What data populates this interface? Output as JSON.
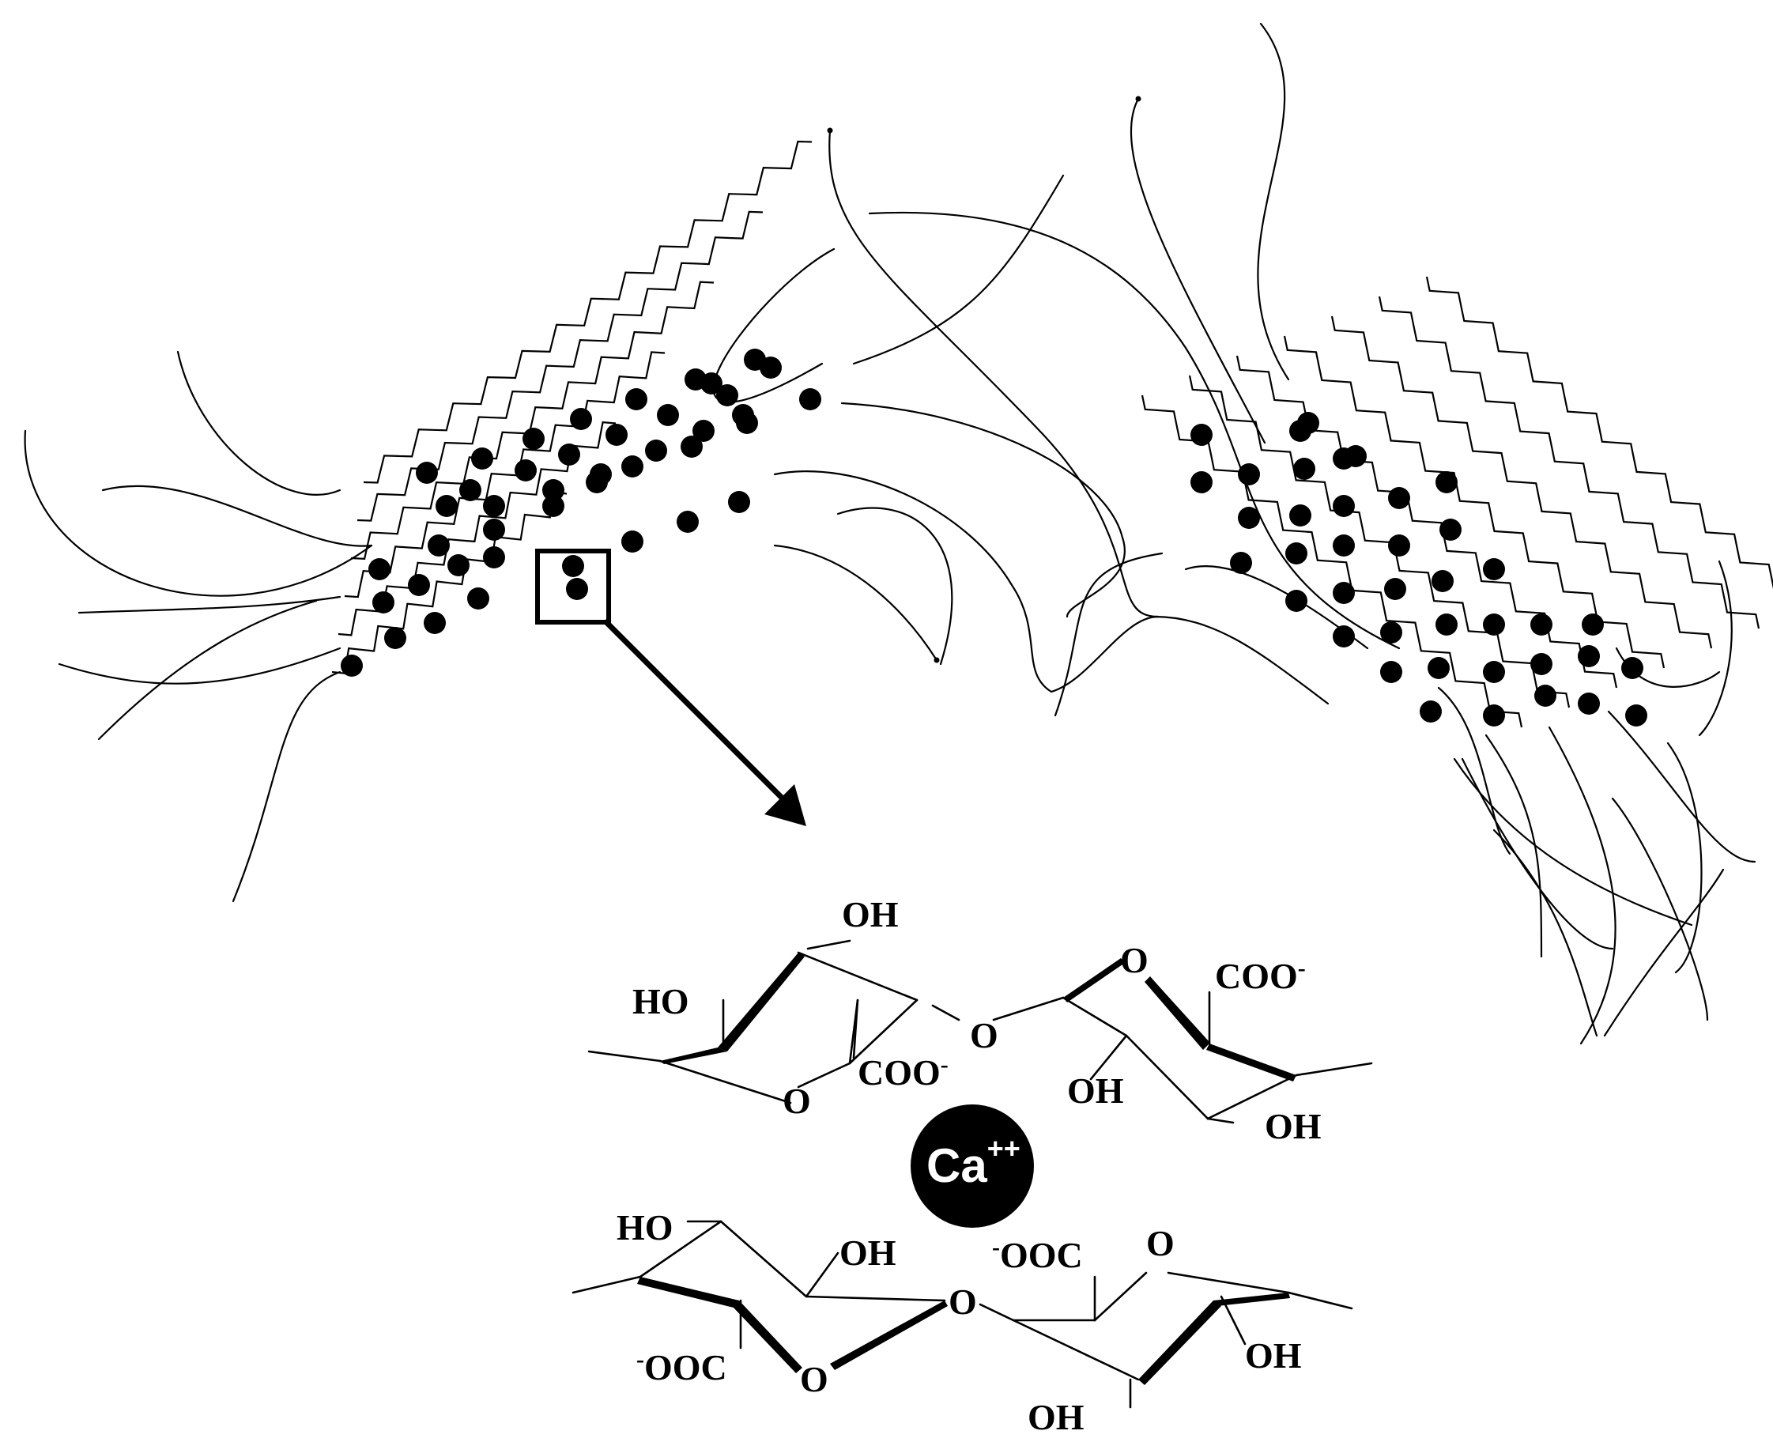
{
  "colors": {
    "ink": "#000000",
    "paper": "#ffffff"
  },
  "labels": {
    "ion": {
      "symbol": "Ca",
      "charge": "++"
    },
    "upper_chain": {
      "oh_top": "OH",
      "ho_left": "HO",
      "ring_o_left": "O",
      "coo_left": "COO",
      "coo_left_charge": "-",
      "bridge_o": "O",
      "ring_o_right": "O",
      "coo_right": "COO",
      "coo_right_charge": "-",
      "oh_mid": "OH",
      "oh_right": "OH"
    },
    "lower_chain": {
      "ho_left": "HO",
      "oh_left": "OH",
      "ooc_left_charge": "-",
      "ooc_left": "OOC",
      "ring_o_left": "O",
      "bridge_o": "O",
      "ooc_right_charge": "-",
      "ooc_right": "OOC",
      "ring_o_right": "O",
      "oh_right": "OH",
      "oh_bottom": "OH"
    }
  }
}
